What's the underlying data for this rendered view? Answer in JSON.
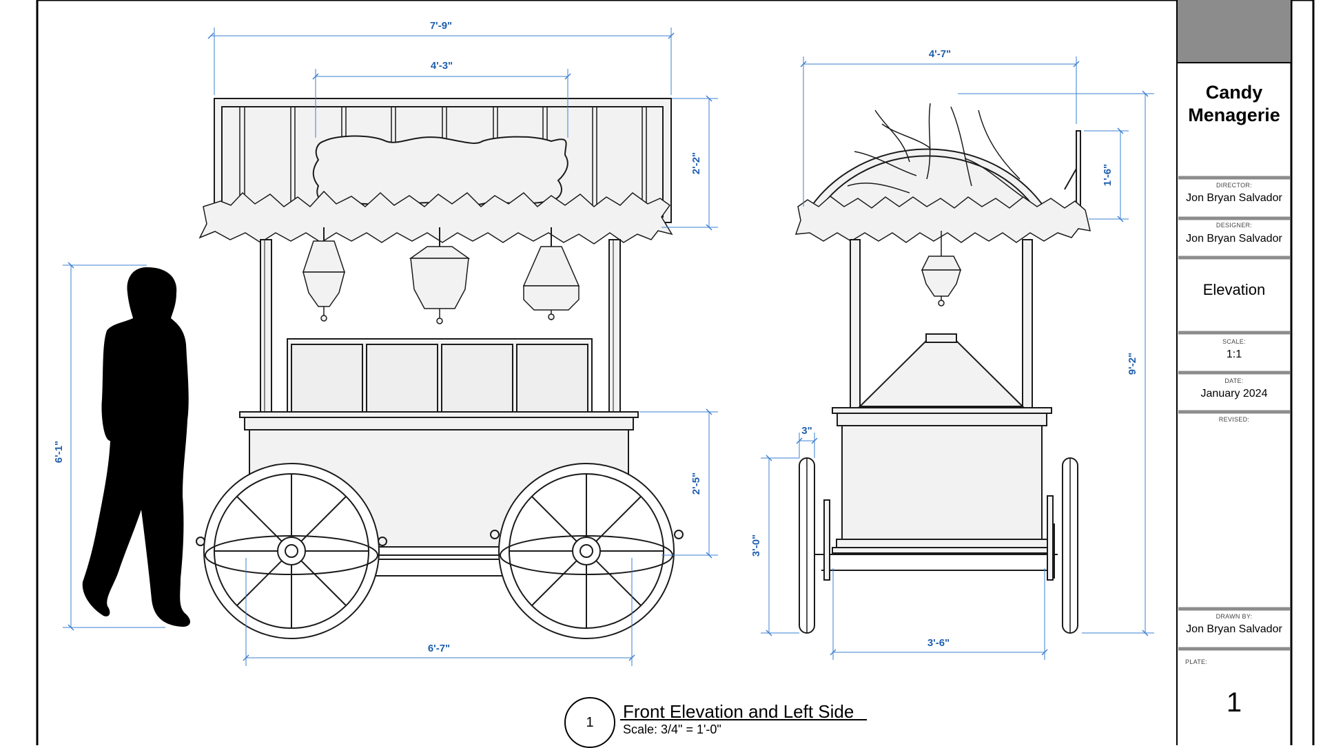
{
  "title_block": {
    "project_title": "Candy Menagerie",
    "director_label": "DIRECTOR:",
    "director": "Jon Bryan Salvador",
    "designer_label": "DESIGNER:",
    "designer": "Jon Bryan Salvador",
    "sheet_title": "Elevation",
    "scale_label": "SCALE:",
    "scale": "1:1",
    "date_label": "DATE:",
    "date": "January 2024",
    "revised_label": "REVISED:",
    "revised": "",
    "drawn_by_label": "DRAWN BY:",
    "drawn_by": "Jon Bryan Salvador",
    "plate_label": "PLATE:",
    "plate": "1"
  },
  "caption": {
    "number": "1",
    "title": "Front Elevation and Left Side",
    "scale": "Scale: 3/4\" = 1'-0\""
  },
  "dimensions": {
    "front_overall_width": "7'-9\"",
    "front_sign_width": "4'-3\"",
    "front_canopy_height": "2'-2\"",
    "front_counter_height": "2'-5\"",
    "front_base_width": "6'-7\"",
    "figure_height": "6'-1\"",
    "side_overall_width": "4'-7\"",
    "side_arch_height": "1'-6\"",
    "side_total_height": "9'-2\"",
    "side_wheel_width": "3\"",
    "side_wheel_height": "3'-0\"",
    "side_base_width": "3'-6\""
  },
  "colors": {
    "dimension": "#3a7fd0",
    "line": "#1a1a1a",
    "fill": "#eeeeee",
    "silhouette": "#000000",
    "title_block_header": "#8c8c8c"
  }
}
